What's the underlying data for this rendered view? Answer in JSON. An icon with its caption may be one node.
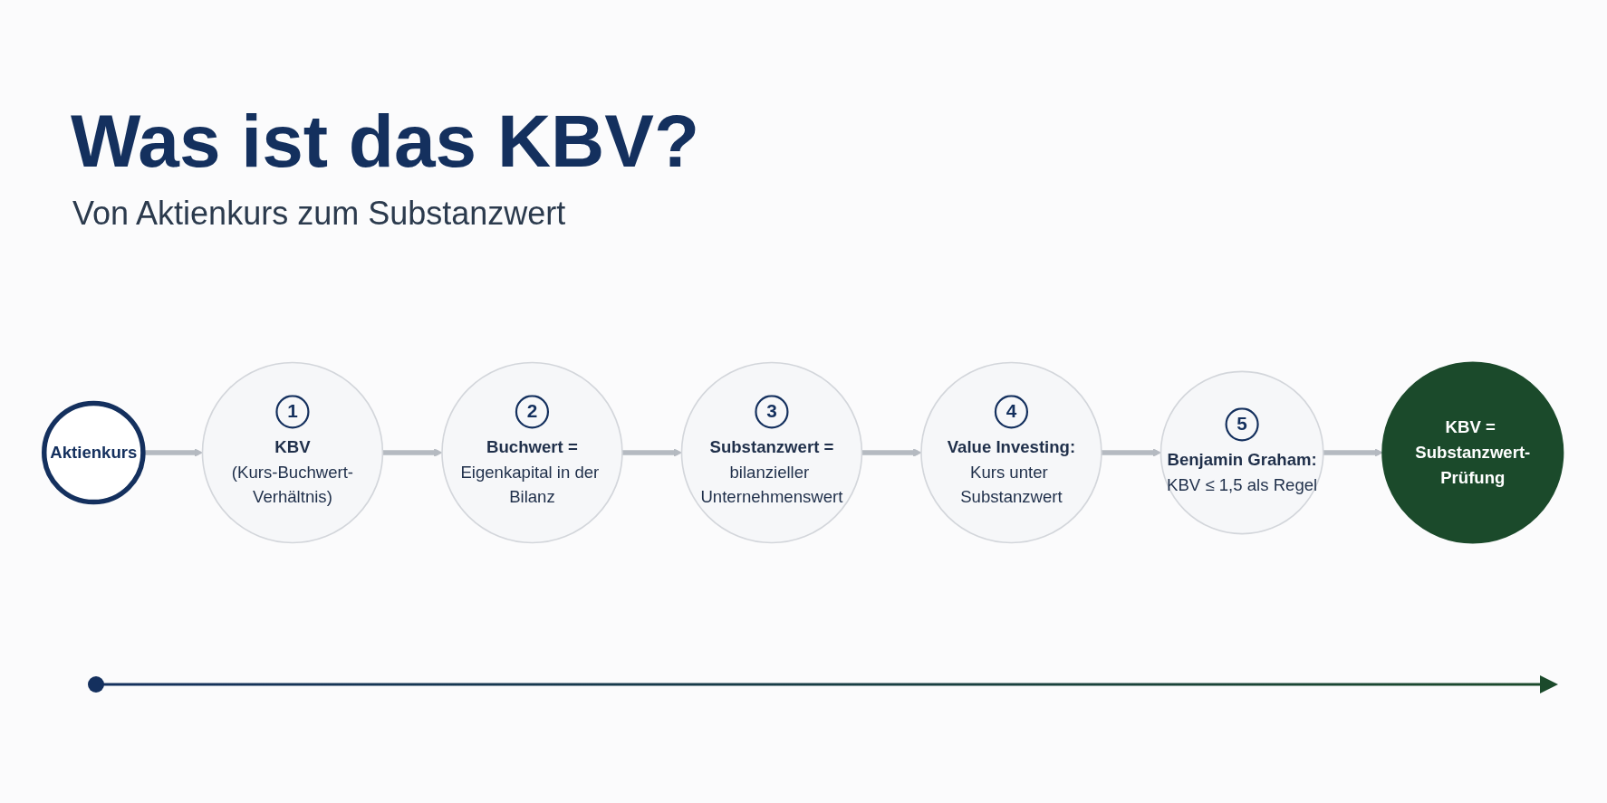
{
  "diagram": {
    "title": "Was ist das KBV?",
    "nodes": [
      {
        "text": [
          "Aktienkurs"
        ]
      },
      {
        "text": [
          "1",
          "KBV",
          "(Kurs-Buchwert-Verhältnis)"
        ]
      },
      {
        "text": [
          "2",
          "Buchwert =",
          "Eigenkapital in der Bilanz"
        ]
      },
      {
        "text": [
          "3",
          "Substanzwert =",
          "bilanzieller Unternehmenswert"
        ]
      },
      {
        "text": [
          "4",
          "Value Investing:",
          "Kurs unter Substanzwert"
        ]
      },
      {
        "text": [
          "5",
          "Benjamin Graham:",
          "KBV ≤ 1,5 als Regel"
        ]
      },
      {
        "text": [
          "KBV = Substanzwert-Prüfung"
        ]
      }
    ],
    "edges": [
      {
        "from": 0,
        "to": 1,
        "arrow": "to"
      },
      {
        "from": 1,
        "to": 2,
        "arrow": "to"
      },
      {
        "from": 2,
        "to": 3,
        "arrow": "to"
      },
      {
        "from": 3,
        "to": 4,
        "arrow": "to"
      },
      {
        "from": 4,
        "to": 5,
        "arrow": "to"
      },
      {
        "from": 5,
        "to": 6,
        "arrow": "to"
      }
    ],
    "labels": [
      "Von Aktienkurs zum Substanzwert"
    ]
  }
}
